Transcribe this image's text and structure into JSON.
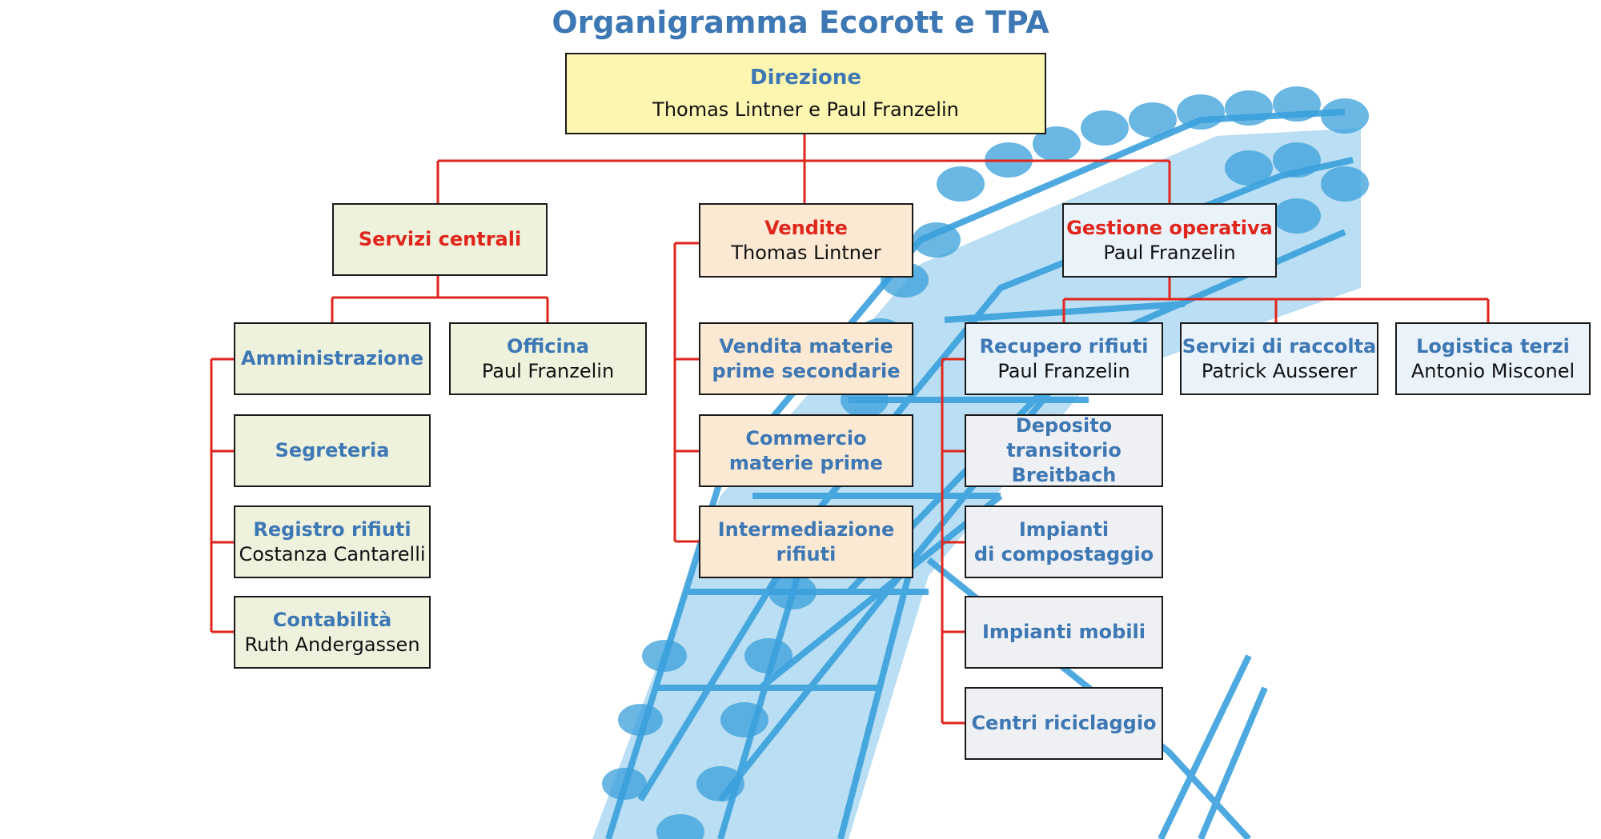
{
  "title": "Organigramma Ecorott e TPA",
  "colors": {
    "connector": "#e0261c",
    "heading": "#3d77b4",
    "heading_red": "#e0261c",
    "machine": "#3aa0dc"
  },
  "direzione": {
    "heading": "Direzione",
    "person": "Thomas Lintner e Paul Franzelin"
  },
  "servizi_centrali": {
    "heading": "Servizi centrali",
    "amministrazione": {
      "heading": "Amministrazione"
    },
    "officina": {
      "heading": "Officina",
      "person": "Paul Franzelin"
    },
    "segreteria": {
      "heading": "Segreteria"
    },
    "registro_rifiuti": {
      "heading": "Registro rifiuti",
      "person": "Costanza Cantarelli"
    },
    "contabilita": {
      "heading": "Contabilità",
      "person": "Ruth Andergassen"
    }
  },
  "vendite": {
    "heading": "Vendite",
    "person": "Thomas Lintner",
    "vendita_mps": {
      "heading": "Vendita materie\nprime secondarie"
    },
    "commercio": {
      "heading": "Commercio\nmaterie prime"
    },
    "intermediazione": {
      "heading": "Intermediazione\nrifiuti"
    }
  },
  "gestione_operativa": {
    "heading": "Gestione operativa",
    "person": "Paul Franzelin",
    "recupero": {
      "heading": "Recupero rifiuti",
      "person": "Paul Franzelin"
    },
    "raccolta": {
      "heading": "Servizi di raccolta",
      "person": "Patrick Ausserer"
    },
    "logistica": {
      "heading": "Logistica terzi",
      "person": "Antonio Misconel"
    },
    "deposito": {
      "heading": "Deposito transitorio\nBreitbach"
    },
    "compostaggio": {
      "heading": "Impianti\ndi compostaggio"
    },
    "mobili": {
      "heading": "Impianti mobili"
    },
    "centri": {
      "heading": "Centri riciclaggio"
    }
  }
}
